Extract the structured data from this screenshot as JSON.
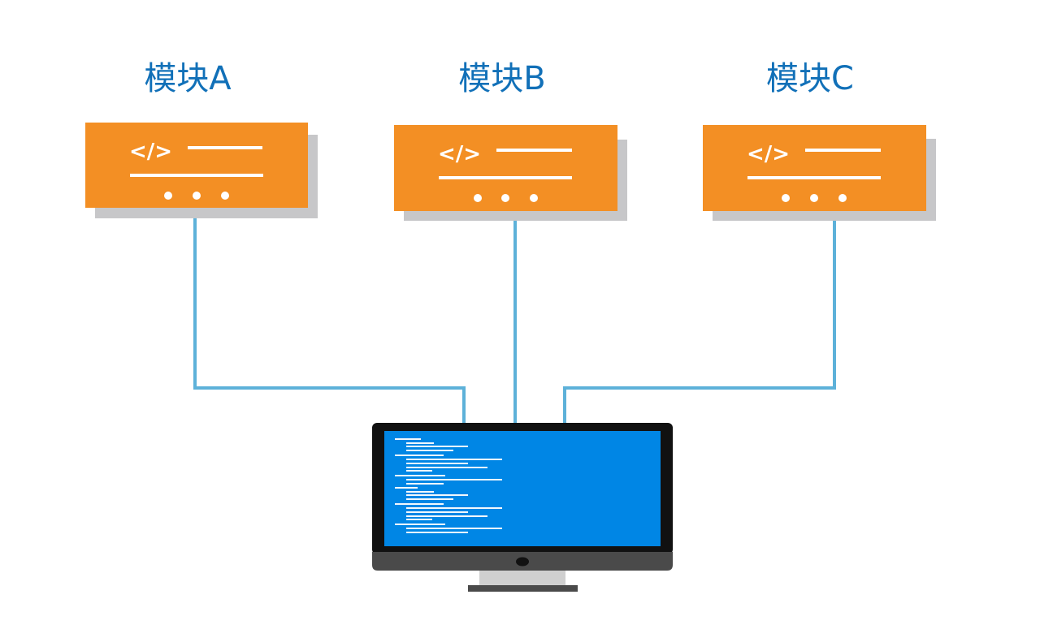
{
  "modules": [
    {
      "label": "模块A",
      "code_glyph": "</>"
    },
    {
      "label": "模块B",
      "code_glyph": "</>"
    },
    {
      "label": "模块C",
      "code_glyph": "</>"
    }
  ],
  "colors": {
    "title": "#1170b8",
    "card": "#f38f24",
    "card_shadow": "#c7c7c9",
    "connector": "#5db1d9",
    "screen": "#0086e5",
    "bezel": "#111111",
    "monitor_chin": "#4a4a4a",
    "stand": "#cfcfcf"
  },
  "icons": {
    "module_card": "code-window-icon",
    "computer": "desktop-monitor-icon"
  }
}
